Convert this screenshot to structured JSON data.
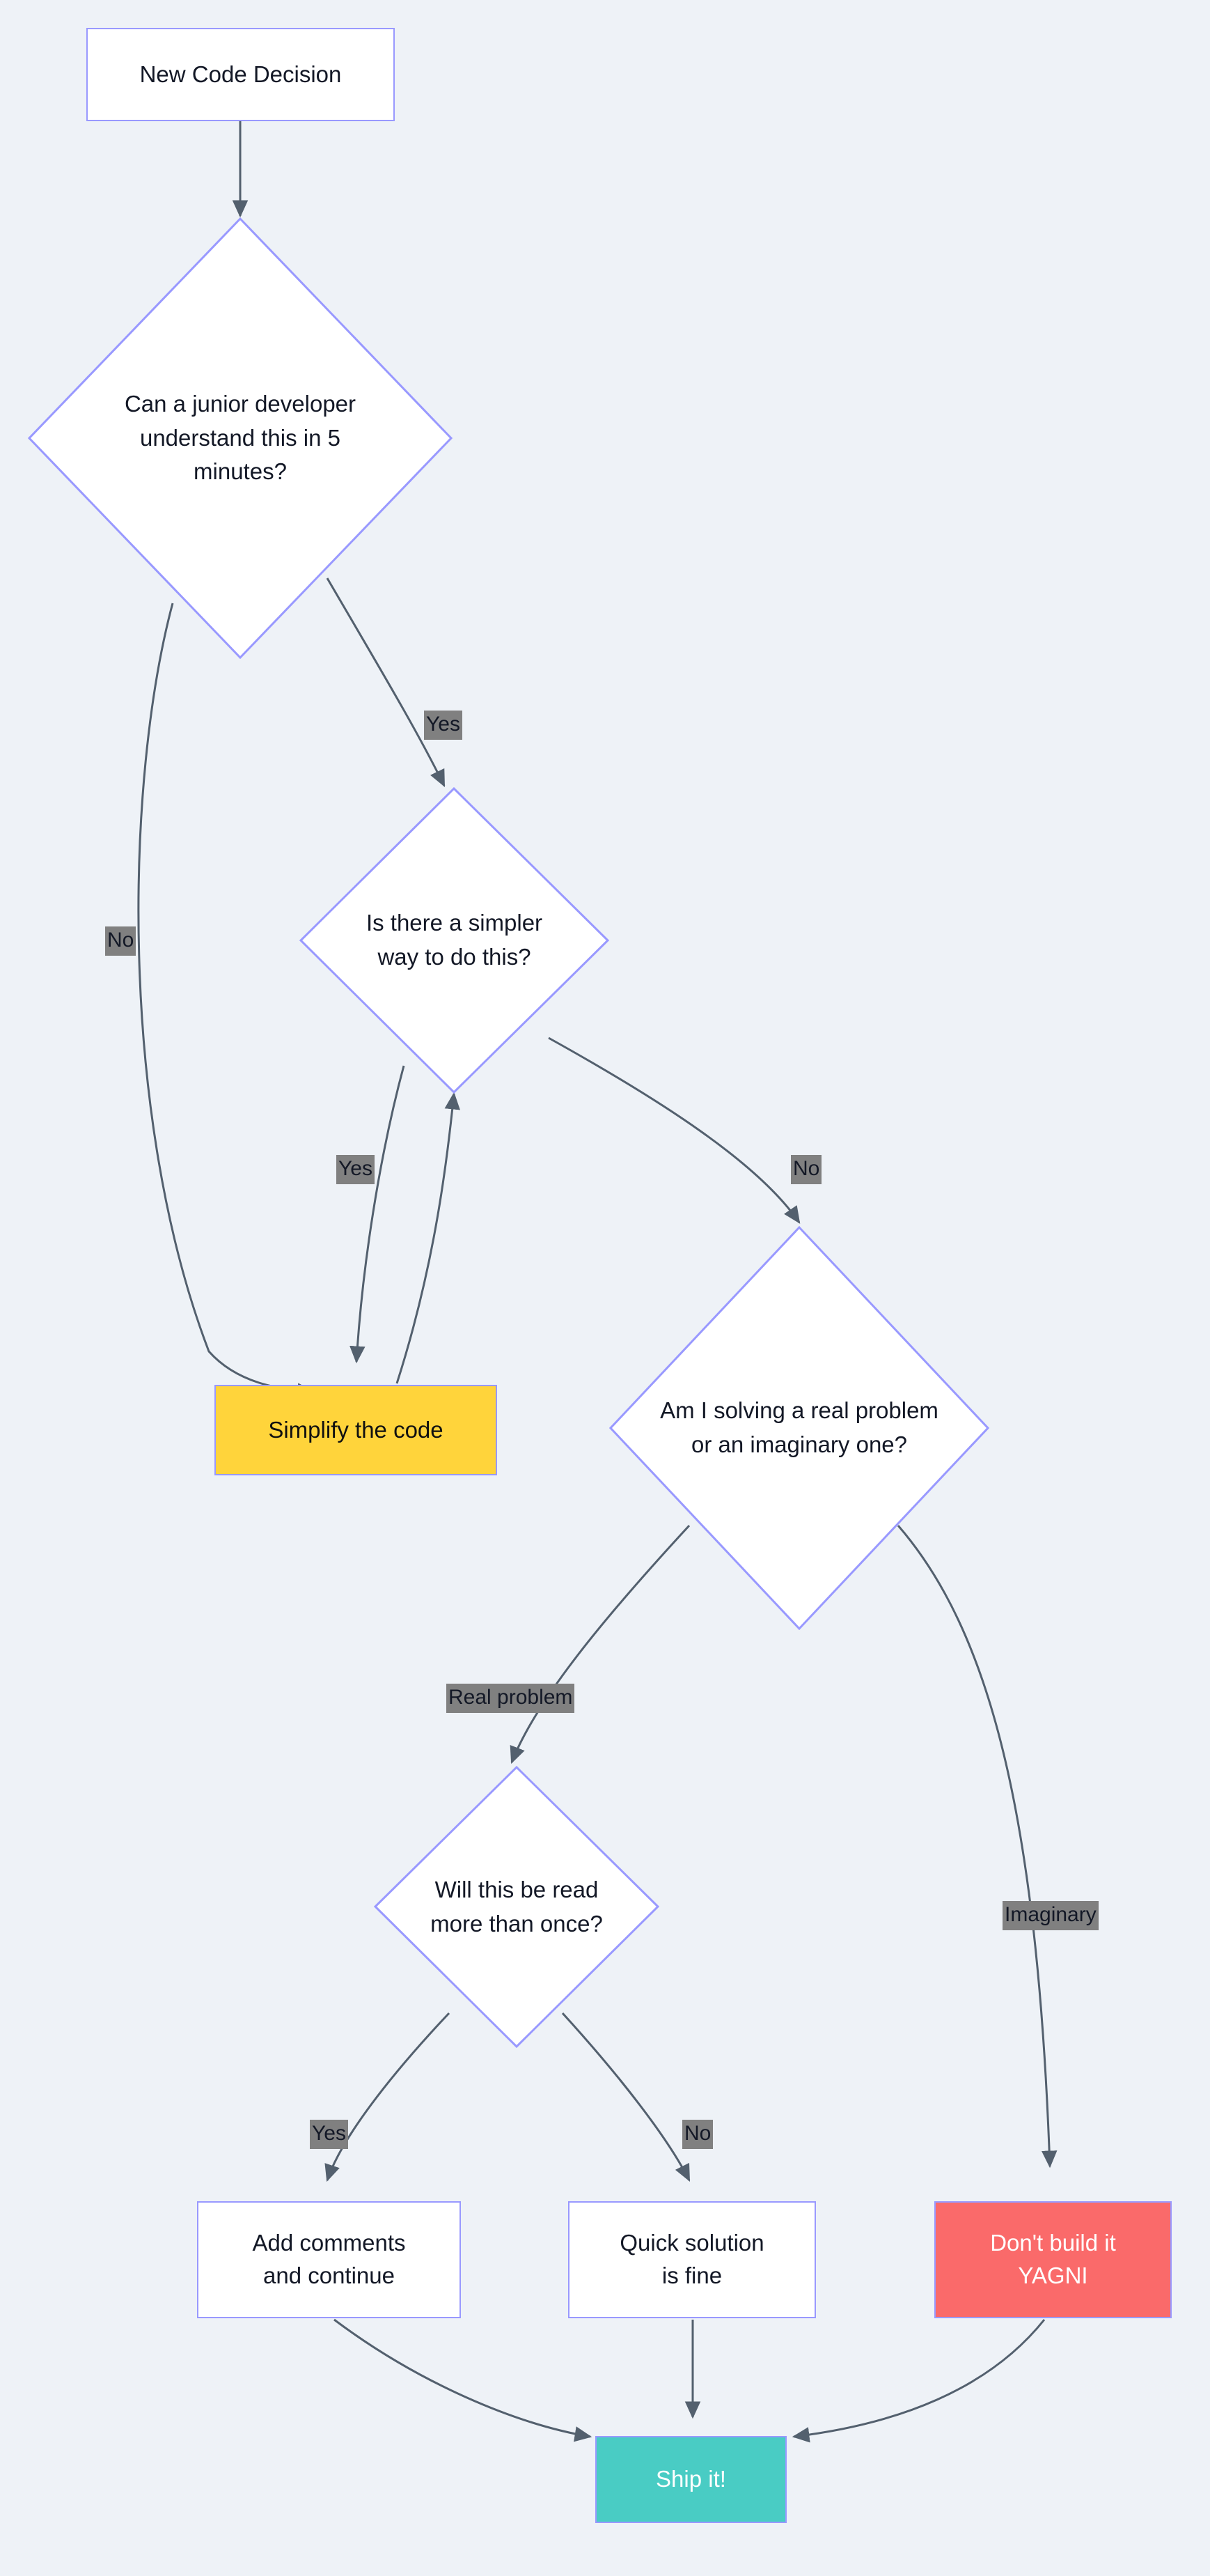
{
  "diagram": {
    "type": "flowchart",
    "background_color": "#eef2f7",
    "node_border_color": "#9999ff",
    "edge_color": "#53606e",
    "edge_label_background": "#808080",
    "nodes": [
      {
        "id": "start",
        "label": "New Code Decision",
        "shape": "rect",
        "fill": "#ffffff"
      },
      {
        "id": "junior",
        "label": "Can a junior developer understand this in 5 minutes?",
        "shape": "diamond",
        "fill": "#ffffff"
      },
      {
        "id": "simpler",
        "label": "Is there a simpler way to do this?",
        "shape": "diamond",
        "fill": "#ffffff"
      },
      {
        "id": "simplify",
        "label": "Simplify the code",
        "shape": "rect",
        "fill": "#ffd43b"
      },
      {
        "id": "realprob",
        "label": "Am I solving a real problem or an imaginary one?",
        "shape": "diamond",
        "fill": "#ffffff"
      },
      {
        "id": "readonce",
        "label": "Will this be read more than once?",
        "shape": "diamond",
        "fill": "#ffffff"
      },
      {
        "id": "comments",
        "label": "Add comments and continue",
        "shape": "rect",
        "fill": "#ffffff"
      },
      {
        "id": "quick",
        "label": "Quick solution is fine",
        "shape": "rect",
        "fill": "#ffffff"
      },
      {
        "id": "dontbuild",
        "label": "Don't build it YAGNI",
        "shape": "rect",
        "fill": "#fa6a6a"
      },
      {
        "id": "ship",
        "label": "Ship it!",
        "shape": "rect",
        "fill": "#49ccc4"
      }
    ],
    "node_text": {
      "start": {
        "lines": [
          "New Code Decision"
        ]
      },
      "junior": {
        "lines": [
          "Can a junior developer",
          "understand this in 5",
          "minutes?"
        ]
      },
      "simpler": {
        "lines": [
          "Is there a simpler",
          "way to do this?"
        ]
      },
      "simplify": {
        "lines": [
          "Simplify the code"
        ]
      },
      "realprob": {
        "lines": [
          "Am I solving a real problem",
          "or an imaginary one?"
        ]
      },
      "readonce": {
        "lines": [
          "Will this be read",
          "more than once?"
        ]
      },
      "comments": {
        "lines": [
          "Add comments",
          "and continue"
        ]
      },
      "quick": {
        "lines": [
          "Quick solution",
          "is fine"
        ]
      },
      "dontbuild": {
        "lines": [
          "Don't build it",
          "YAGNI"
        ]
      },
      "ship": {
        "lines": [
          "Ship it!"
        ]
      }
    },
    "edges": [
      {
        "from": "start",
        "to": "junior",
        "label": ""
      },
      {
        "from": "junior",
        "to": "simplify",
        "label": "No"
      },
      {
        "from": "junior",
        "to": "simpler",
        "label": "Yes"
      },
      {
        "from": "simpler",
        "to": "simplify",
        "label": "Yes"
      },
      {
        "from": "simplify",
        "to": "simpler",
        "label": ""
      },
      {
        "from": "simpler",
        "to": "realprob",
        "label": "No"
      },
      {
        "from": "realprob",
        "to": "readonce",
        "label": "Real problem"
      },
      {
        "from": "realprob",
        "to": "dontbuild",
        "label": "Imaginary"
      },
      {
        "from": "readonce",
        "to": "comments",
        "label": "Yes"
      },
      {
        "from": "readonce",
        "to": "quick",
        "label": "No"
      },
      {
        "from": "comments",
        "to": "ship",
        "label": ""
      },
      {
        "from": "quick",
        "to": "ship",
        "label": ""
      },
      {
        "from": "dontbuild",
        "to": "ship",
        "label": ""
      }
    ],
    "edge_labels": [
      {
        "id": "lbl-junior-no",
        "text": "No"
      },
      {
        "id": "lbl-junior-yes",
        "text": "Yes"
      },
      {
        "id": "lbl-simpler-yes",
        "text": "Yes"
      },
      {
        "id": "lbl-simpler-no",
        "text": "No"
      },
      {
        "id": "lbl-real-problem",
        "text": "Real problem"
      },
      {
        "id": "lbl-imaginary",
        "text": "Imaginary"
      },
      {
        "id": "lbl-read-yes",
        "text": "Yes"
      },
      {
        "id": "lbl-read-no",
        "text": "No"
      }
    ]
  }
}
